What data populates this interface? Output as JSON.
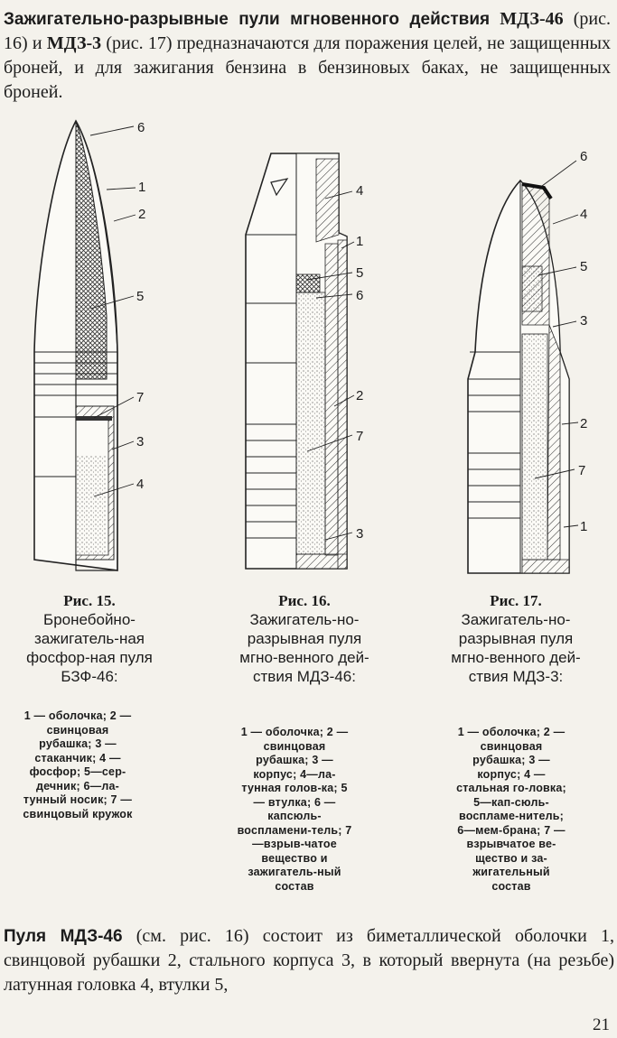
{
  "intro": {
    "title1": "Зажигательно-разрывные пули мгновенного действия",
    "model1": "МДЗ-46",
    "fig_ref1": " (рис. 16) и ",
    "model2": "МДЗ-3",
    "rest": " (рис. 17) предназначаются для поражения целей, не защищенных броней, и для зажигания бензина в бензиновых баках, не защищенных броней."
  },
  "figures": [
    {
      "label": "Рис. 15.",
      "name": "Бронебойно-зажигатель-ная фосфор-ная пуля БЗФ-46:",
      "legend": "1 — оболочка; 2 — свинцовая рубашка; 3 — стаканчик; 4 — фосфор; 5—сер-дечник; 6—ла-тунный носик; 7 — свинцовый кружок",
      "callouts": [
        "6",
        "1",
        "2",
        "5",
        "7",
        "3",
        "4"
      ]
    },
    {
      "label": "Рис. 16.",
      "name": "Зажигатель-но-разрывная пуля мгно-венного дей-ствия МДЗ-46:",
      "legend": "1 — оболочка; 2 — свинцовая рубашка; 3 — корпус; 4—ла-тунная голов-ка; 5 — втулка; 6 — капсюль-воспламени-тель; 7—взрыв-чатое вещество и зажигатель-ный состав",
      "callouts": [
        "4",
        "1",
        "5",
        "6",
        "2",
        "7",
        "3"
      ]
    },
    {
      "label": "Рис. 17.",
      "name": "Зажигатель-но-разрывная пуля мгно-венного дей-ствия МДЗ-3:",
      "legend": "1 — оболочка; 2 — свинцовая рубашка; 3 — корпус; 4 — стальная го-ловка; 5—кап-сюль-воспламе-нитель; 6—мем-брана; 7 — взрывчатое ве-щество и за-жигательный состав",
      "callouts": [
        "6",
        "4",
        "5",
        "3",
        "2",
        "7",
        "1"
      ]
    }
  ],
  "bottom": {
    "bold": "Пуля МДЗ-46",
    "text": " (см. рис. 16) состоит из биметаллической оболочки 1, свинцовой рубашки 2, стального корпуса 3, в который ввернута (на резьбе) латунная головка 4, втулки 5,"
  },
  "page_number": "21"
}
